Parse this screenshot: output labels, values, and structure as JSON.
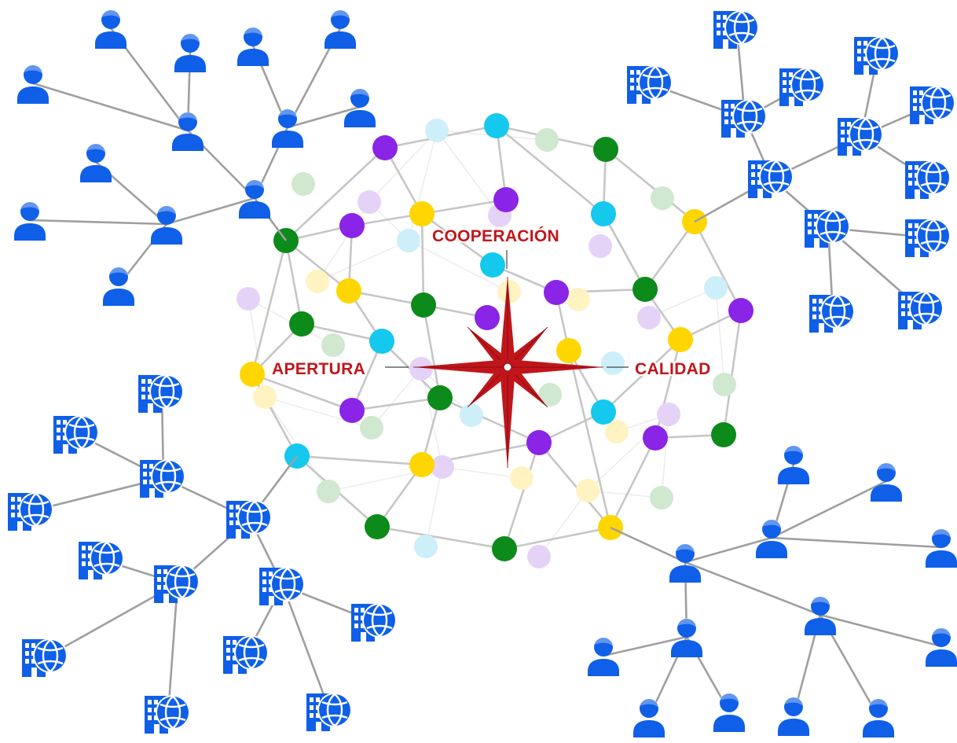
{
  "labels": {
    "top": "COOPERACIÓN",
    "left": "APERTURA",
    "right": "CALIDAD"
  },
  "colors": {
    "icon_blue": "#0f5fe8",
    "edge_gray": "#b3b3b3",
    "compass_red": "#c0161b",
    "purple": "#8a24e6",
    "yellow": "#ffd600",
    "green": "#0c8a1a",
    "cyan": "#14c8ee",
    "faint_purple": "#e5d3f7",
    "faint_yellow": "#fff3c2",
    "faint_green": "#cfe8cf",
    "faint_cyan": "#cdeffa"
  },
  "icons": {
    "people": "user-icon",
    "organizations": "building-globe-icon"
  }
}
